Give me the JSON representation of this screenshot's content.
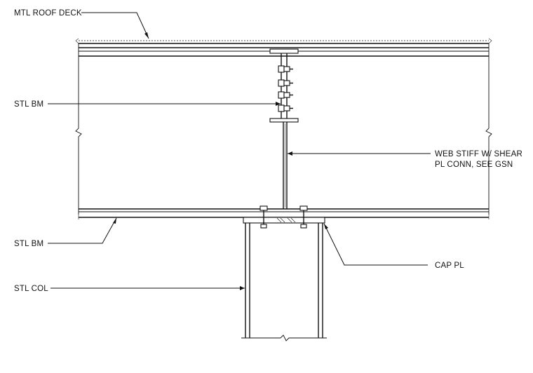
{
  "labels": {
    "roof_deck": "MTL ROOF DECK",
    "beam_upper": "STL BM",
    "web_stiff_line1": "WEB STIFF W/ SHEAR",
    "web_stiff_line2": "PL CONN, SEE GSN",
    "beam_lower": "STL BM",
    "cap_plate": "CAP PL",
    "column": "STL COL"
  }
}
